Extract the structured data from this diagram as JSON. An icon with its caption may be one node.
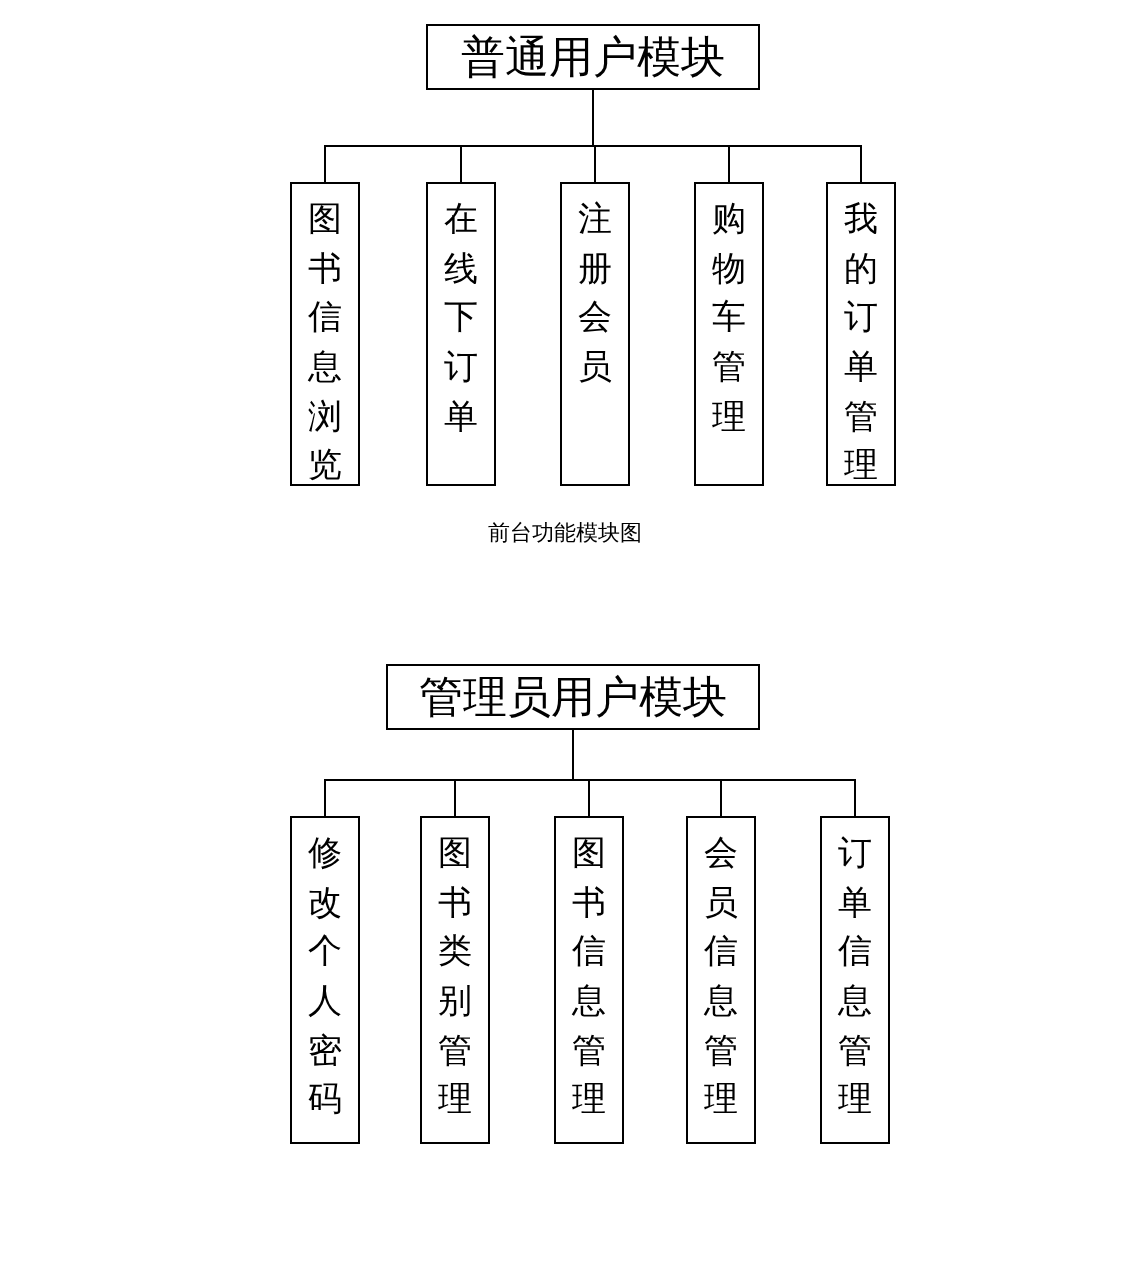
{
  "diagram": {
    "nodes": [
      {
        "text": [
          "普通用户模块"
        ]
      },
      {
        "text": [
          "图书信息浏览"
        ]
      },
      {
        "text": [
          "在线下订单"
        ]
      },
      {
        "text": [
          "注册会员"
        ]
      },
      {
        "text": [
          "购物车管理"
        ]
      },
      {
        "text": [
          "我的订单管理"
        ]
      },
      {
        "text": [
          "管理员用户模块"
        ]
      },
      {
        "text": [
          "修改个人密码"
        ]
      },
      {
        "text": [
          "图书类别管理"
        ]
      },
      {
        "text": [
          "图书信息管理"
        ]
      },
      {
        "text": [
          "会员信息管理"
        ]
      },
      {
        "text": [
          "订单信息管理"
        ]
      }
    ],
    "edges": [
      {
        "from": 0,
        "to": 1,
        "arrow": "none"
      },
      {
        "from": 0,
        "to": 2,
        "arrow": "none"
      },
      {
        "from": 0,
        "to": 3,
        "arrow": "none"
      },
      {
        "from": 0,
        "to": 4,
        "arrow": "none"
      },
      {
        "from": 0,
        "to": 5,
        "arrow": "none"
      },
      {
        "from": 6,
        "to": 7,
        "arrow": "none"
      },
      {
        "from": 6,
        "to": 8,
        "arrow": "none"
      },
      {
        "from": 6,
        "to": 9,
        "arrow": "none"
      },
      {
        "from": 6,
        "to": 10,
        "arrow": "none"
      },
      {
        "from": 6,
        "to": 11,
        "arrow": "none"
      }
    ],
    "labels": [
      "前台功能模块图"
    ]
  }
}
